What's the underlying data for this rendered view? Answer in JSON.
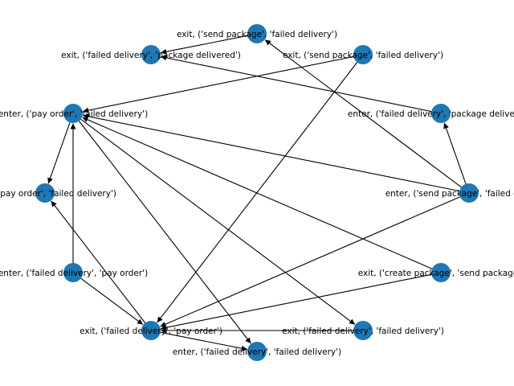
{
  "graph": {
    "node_color": "#1f77b4",
    "edge_color": "#000000",
    "background": "#ffffff",
    "nodes": [
      {
        "id": "n0",
        "label": "exit, ('send package', 'failed delivery')"
      },
      {
        "id": "n1",
        "label": "exit, ('failed delivery', 'package delivered')"
      },
      {
        "id": "n2",
        "label": "exit, ('send package', 'failed delivery')"
      },
      {
        "id": "n3",
        "label": "enter, ('pay order', 'failed delivery')"
      },
      {
        "id": "n4",
        "label": "enter, ('failed delivery', 'package delivered')"
      },
      {
        "id": "n5",
        "label": "exit, ('pay order', 'failed delivery')"
      },
      {
        "id": "n6",
        "label": "enter, ('send package', 'failed delivery')"
      },
      {
        "id": "n7",
        "label": "enter, ('failed delivery', 'pay order')"
      },
      {
        "id": "n8",
        "label": "exit, ('create package', 'send package')"
      },
      {
        "id": "n9",
        "label": "exit, ('failed delivery', 'pay order')"
      },
      {
        "id": "n10",
        "label": "exit, ('failed delivery', 'failed delivery')"
      },
      {
        "id": "n11",
        "label": "enter, ('failed delivery', 'failed delivery')"
      }
    ],
    "edges": [
      {
        "from": "n3",
        "to": "n5"
      },
      {
        "from": "n3",
        "to": "n10"
      },
      {
        "from": "n3",
        "to": "n11"
      },
      {
        "from": "n7",
        "to": "n3"
      },
      {
        "from": "n7",
        "to": "n9"
      },
      {
        "from": "n2",
        "to": "n3"
      },
      {
        "from": "n2",
        "to": "n9"
      },
      {
        "from": "n0",
        "to": "n1"
      },
      {
        "from": "n4",
        "to": "n1"
      },
      {
        "from": "n6",
        "to": "n4"
      },
      {
        "from": "n6",
        "to": "n0"
      },
      {
        "from": "n6",
        "to": "n3"
      },
      {
        "from": "n6",
        "to": "n9"
      },
      {
        "from": "n8",
        "to": "n3"
      },
      {
        "from": "n8",
        "to": "n9"
      },
      {
        "from": "n9",
        "to": "n5"
      },
      {
        "from": "n9",
        "to": "n11"
      },
      {
        "from": "n10",
        "to": "n9"
      }
    ]
  }
}
